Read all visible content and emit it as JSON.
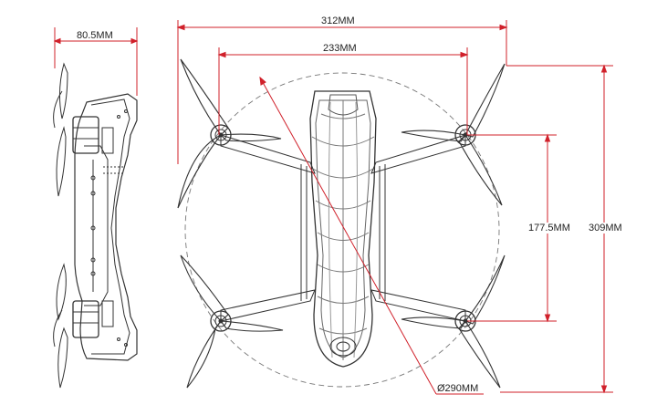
{
  "dimensions": {
    "side_width": "80.5MM",
    "overall_width": "312MM",
    "motor_width": "233MM",
    "motor_spacing": "177.5MM",
    "overall_length": "309MM",
    "diameter": "Ø290MM"
  },
  "colors": {
    "dimension_line": "#d0202a",
    "drawing_line": "#333333",
    "light_line": "#888888"
  }
}
